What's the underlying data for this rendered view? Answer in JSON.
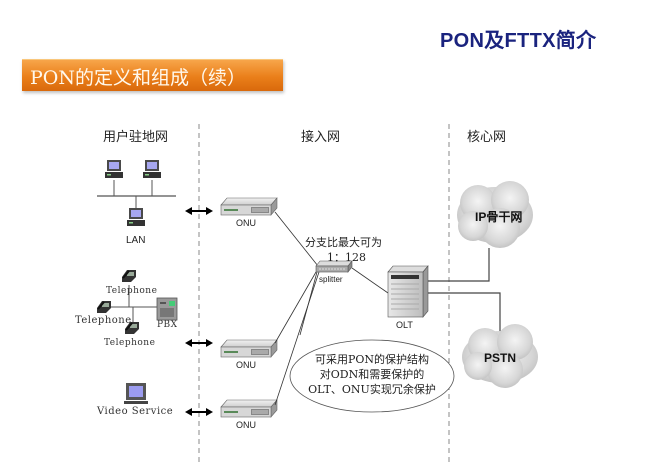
{
  "header": {
    "title": "PON及FTTX简介"
  },
  "banner": {
    "title": "PON的定义和组成（续）"
  },
  "zones": [
    {
      "label": "用户驻地网"
    },
    {
      "label": "接入网"
    },
    {
      "label": "核心网"
    }
  ],
  "customer": {
    "lan_label": "LAN",
    "telephone_labels": [
      "Telephone",
      "Telephone",
      "Telephone"
    ],
    "pbx_label": "PBX",
    "video_label": "Video Service"
  },
  "access": {
    "onu_labels": [
      "ONU",
      "ONU",
      "ONU"
    ],
    "splitter_label": "splitter",
    "split_ratio_line1": "分支比最大可为",
    "split_ratio_line2": "1：128",
    "olt_label": "OLT",
    "note_lines": [
      "可采用PON的保护结构",
      "对ODN和需要保护的",
      "OLT、ONU实现冗余保护"
    ]
  },
  "core": {
    "clouds": [
      {
        "label": "IP骨干网"
      },
      {
        "label": "PSTN"
      }
    ]
  }
}
